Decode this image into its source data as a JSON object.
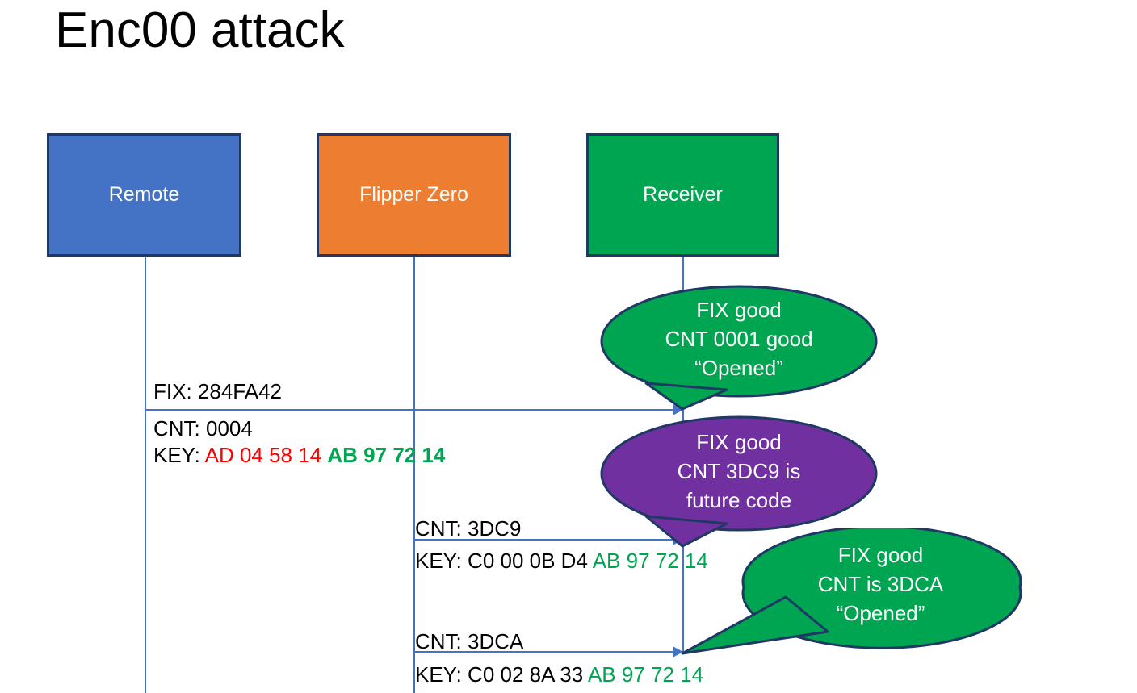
{
  "slide": {
    "title": "Enc00 attack"
  },
  "actors": [
    {
      "id": "remote",
      "label": "Remote",
      "color": "#4472C4"
    },
    {
      "id": "flipper",
      "label": "Flipper Zero",
      "color": "#ED7D31"
    },
    {
      "id": "receiver",
      "label": "Receiver",
      "color": "#00A551"
    }
  ],
  "messages": [
    {
      "id": "msg1",
      "from": "remote",
      "to": "receiver",
      "fix_line": "FIX: 284FA42",
      "cnt_line": "CNT: 0004",
      "key_prefix": "KEY: ",
      "key_part1": "AD 04 58 14",
      "key_part2": "AB 97 72 14",
      "key_part1_color": "#FF0000",
      "key_part2_color": "#00A551"
    },
    {
      "id": "msg2",
      "from": "flipper",
      "to": "receiver",
      "cnt_line": "CNT: 3DC9",
      "key_prefix": "KEY: C0 00 0B D4 ",
      "key_part2": "AB 97 72 14",
      "key_part2_color": "#00A551"
    },
    {
      "id": "msg3",
      "from": "flipper",
      "to": "receiver",
      "cnt_line": "CNT: 3DCA",
      "key_prefix": "KEY: C0 02 8A 33 ",
      "key_part2": "AB 97 72 14",
      "key_part2_color": "#00A551"
    }
  ],
  "bubbles": [
    {
      "id": "bubble1",
      "color": "#00A551",
      "line1": "FIX good",
      "line2": "CNT 0001 good",
      "line3": "“Opened”"
    },
    {
      "id": "bubble2",
      "color": "#7030A0",
      "line1": "FIX good",
      "line2": "CNT 3DC9 is",
      "line3": "future code"
    },
    {
      "id": "bubble3",
      "color": "#00A551",
      "line1": "FIX good",
      "line2": "CNT is 3DCA",
      "line3": "“Opened”"
    }
  ],
  "colors": {
    "border": "#1F3864",
    "lifeline": "#4472C4",
    "text": "#000000",
    "bubble_text": "#FFFFFF"
  }
}
